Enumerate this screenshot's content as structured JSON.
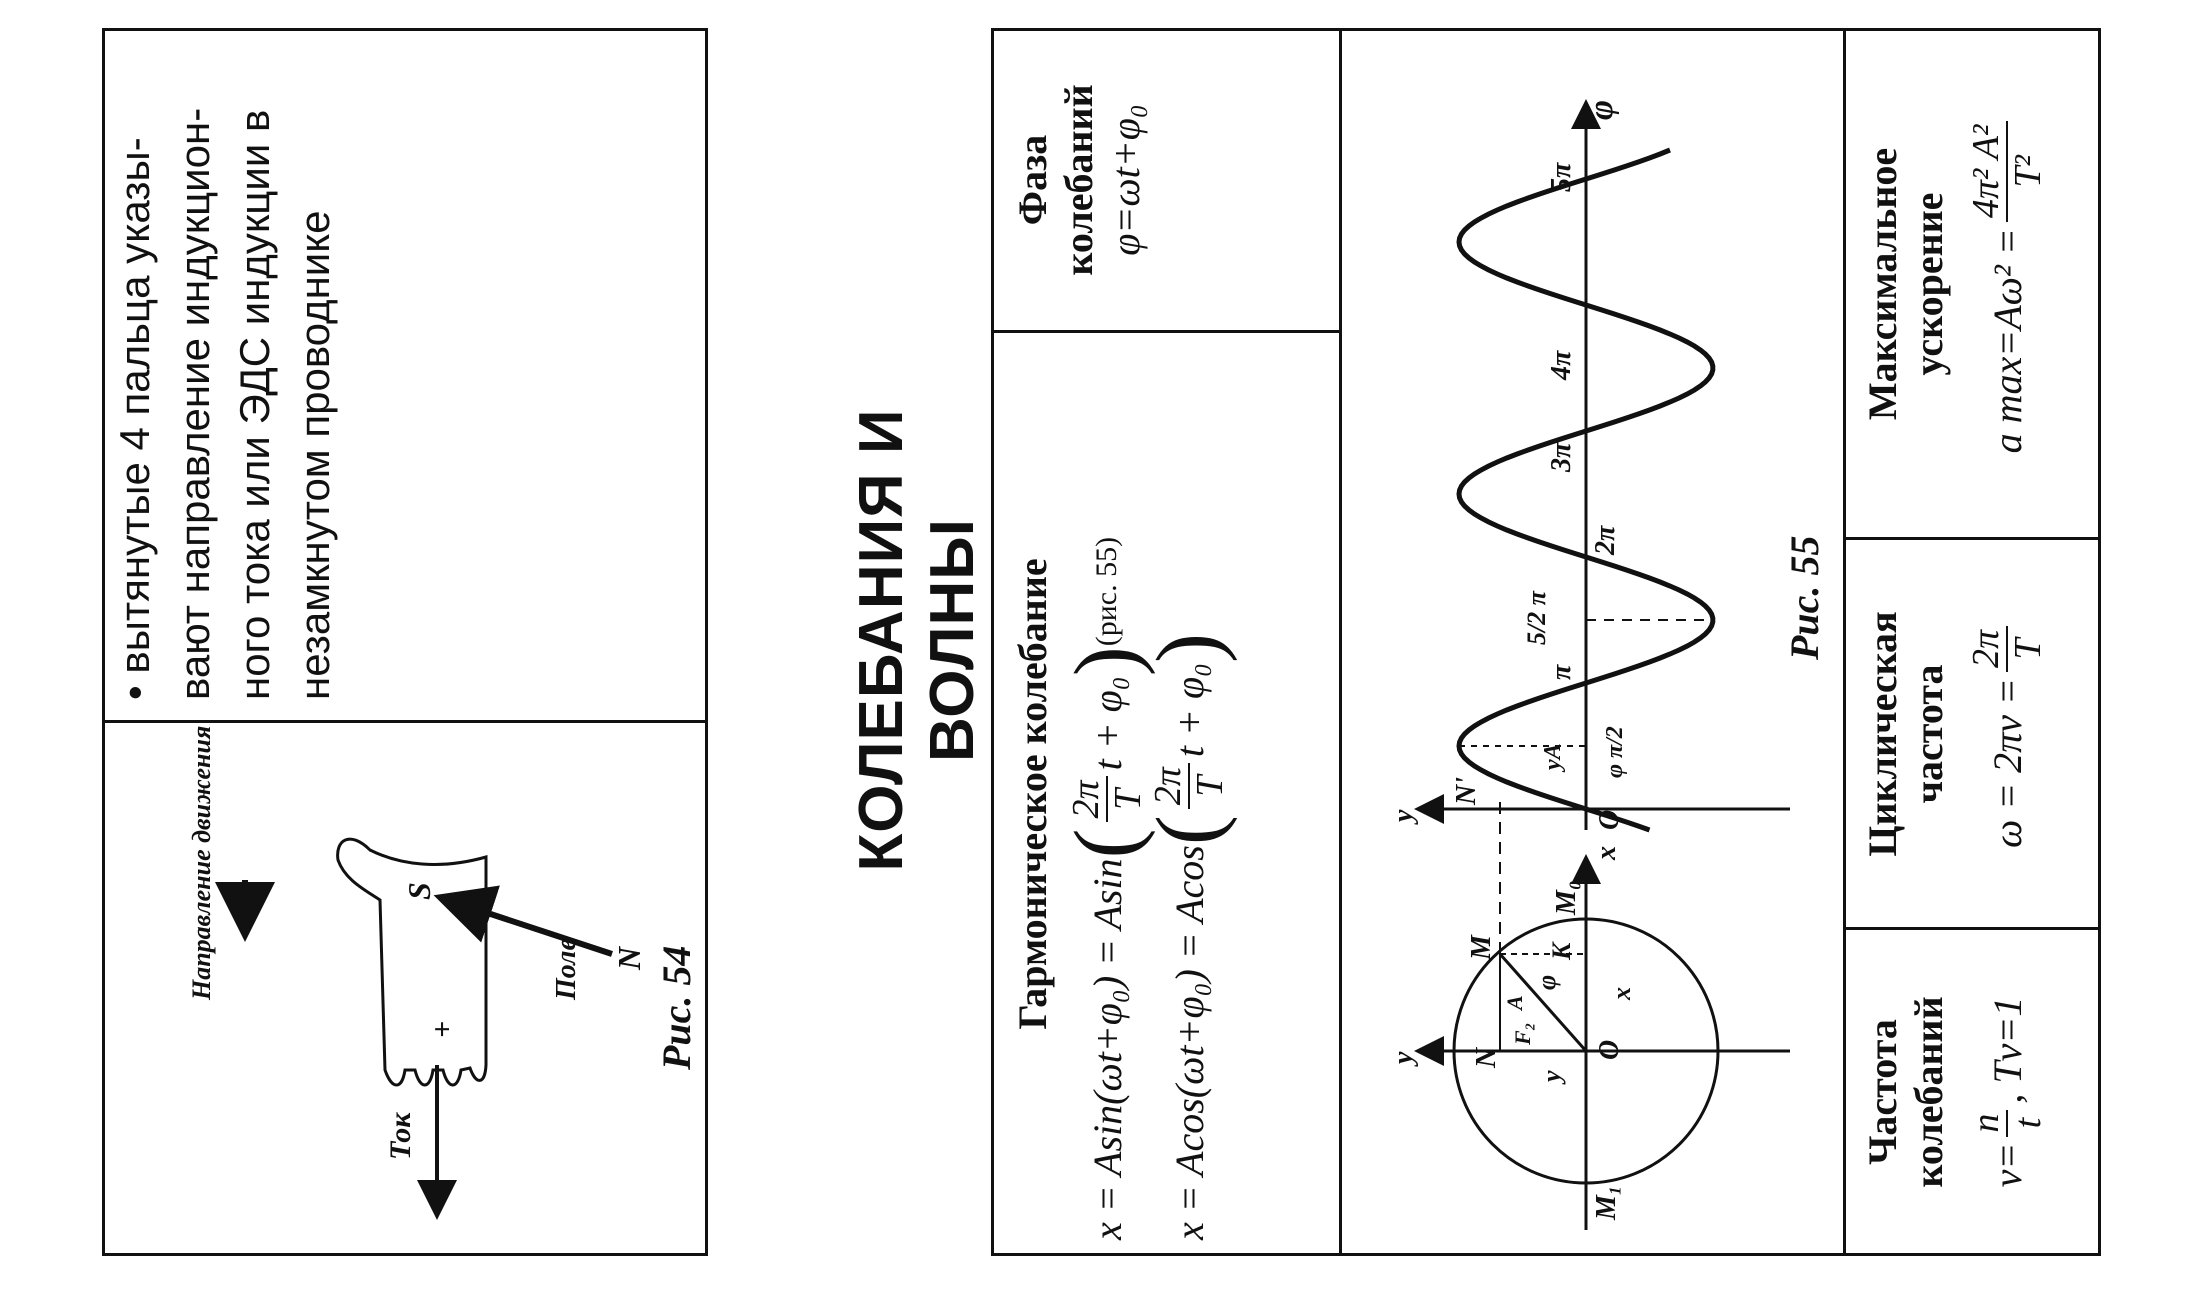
{
  "right_rule": {
    "bullet": "•",
    "lines": [
      "вытянутые 4 пальца указы-",
      "вают направление индукцион-",
      "ного тока или ЭДС индукции в",
      "незамкнутом проводнике"
    ]
  },
  "fig54": {
    "caption": "Рис. 54",
    "current_label": "Ток",
    "motion_label": "Направление движения",
    "field_label": "Поле",
    "north": "N",
    "south": "S",
    "plus": "+"
  },
  "section_title": "КОЛЕБАНИЯ И ВОЛНЫ",
  "table": {
    "harmonic": {
      "heading": "Гармоническое колебание",
      "sin_lhs": "x = Asin(ωt+φ₀) = Asin",
      "cos_lhs": "x = Acos(ωt+φ₀) = Acos",
      "frac_num": "2π",
      "frac_den": "T",
      "tail": "t + φ₀",
      "ref": "(рис. 55)"
    },
    "phase": {
      "heading_1": "Фаза",
      "heading_2": "колебаний",
      "formula": "φ=ωt+φ₀"
    },
    "fig55": {
      "caption": "Рис. 55",
      "labels": {
        "phi_axis": "φ",
        "five_pi": "5π",
        "four_pi": "4π",
        "three_pi": "3π",
        "two_pi": "2π",
        "five_half_pi": "5/2 π",
        "pi": "π",
        "phi_half_pi": "φ π/2",
        "yA": "yA",
        "N_prime": "N'",
        "O": "O",
        "O2": "O",
        "y1": "y",
        "y2": "y",
        "y3": "y",
        "x1": "x",
        "x2": "x",
        "M1": "M₁",
        "M0": "M₀",
        "M": "M",
        "N": "N",
        "K": "K",
        "A": "A",
        "phi": "φ",
        "F2": "F₂"
      }
    },
    "frequency": {
      "heading_1": "Частота",
      "heading_2": "колебаний",
      "lhs": "ν=",
      "num": "n",
      "den": "t",
      "rest": ", Tν=1"
    },
    "cyclic": {
      "heading_1": "Циклическая",
      "heading_2": "частота",
      "lhs": "ω = 2πν =",
      "num": "2π",
      "den": "T"
    },
    "max_accel": {
      "heading_1": "Максимальное",
      "heading_2": "ускорение",
      "lhs": "a max=Aω² =",
      "num": "4π² A²",
      "den": "T²"
    }
  }
}
